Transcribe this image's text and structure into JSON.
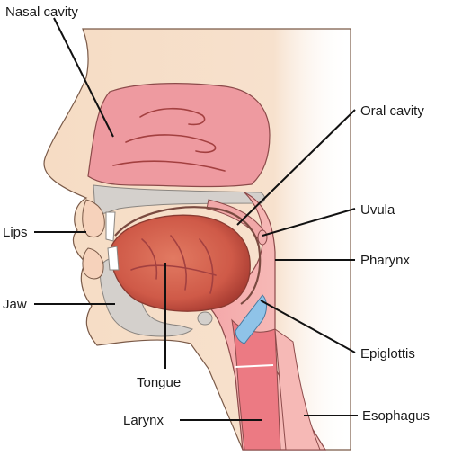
{
  "labels": {
    "nasal_cavity": "Nasal cavity",
    "oral_cavity": "Oral cavity",
    "uvula": "Uvula",
    "pharynx": "Pharynx",
    "lips": "Lips",
    "jaw": "Jaw",
    "epiglottis": "Epiglottis",
    "tongue": "Tongue",
    "larynx": "Larynx",
    "esophagus": "Esophagus"
  },
  "colors": {
    "skin": "#f6dcc4",
    "nasal_tissue": "#ee9aa0",
    "bone": "#d4d0cc",
    "tongue": "#cf5a48",
    "pharynx_wall": "#f3a3a3",
    "airway_pink": "#ec7a83",
    "epiglottis_blue": "#8fc3e8",
    "leader_line": "#111111"
  }
}
